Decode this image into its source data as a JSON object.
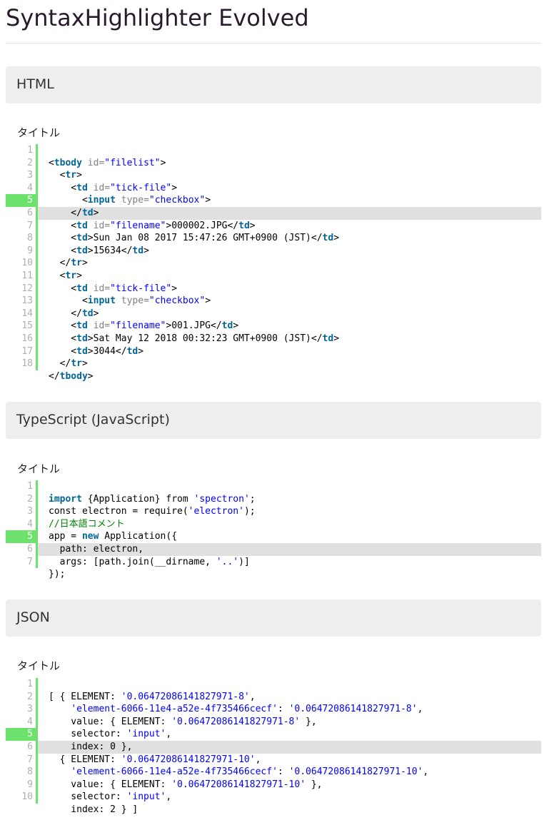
{
  "page": {
    "title": "SyntaxHighlighter Evolved"
  },
  "sections": [
    {
      "heading": "HTML",
      "caption": "タイトル",
      "gutter": [
        "1",
        "2",
        "3",
        "4",
        "5",
        "6",
        "7",
        "8",
        "9",
        "10",
        "11",
        "12",
        "13",
        "14",
        "15",
        "16",
        "17",
        "18"
      ],
      "highlight_gutter": 5,
      "highlight_line": 6,
      "lines": [
        [],
        [
          [
            "p",
            "<"
          ],
          [
            "k",
            "tbody"
          ],
          [
            "a",
            " id="
          ],
          [
            "s",
            "\"filelist\""
          ],
          [
            "p",
            ">"
          ]
        ],
        [
          [
            "p",
            "  <"
          ],
          [
            "k",
            "tr"
          ],
          [
            "p",
            ">"
          ]
        ],
        [
          [
            "p",
            "    <"
          ],
          [
            "k",
            "td"
          ],
          [
            "a",
            " id="
          ],
          [
            "s",
            "\"tick-file\""
          ],
          [
            "p",
            ">"
          ]
        ],
        [
          [
            "p",
            "      <"
          ],
          [
            "k",
            "input"
          ],
          [
            "a",
            " type="
          ],
          [
            "s",
            "\"checkbox\""
          ],
          [
            "p",
            ">"
          ]
        ],
        [
          [
            "p",
            "    </"
          ],
          [
            "k",
            "td"
          ],
          [
            "p",
            ">"
          ]
        ],
        [
          [
            "p",
            "    <"
          ],
          [
            "k",
            "td"
          ],
          [
            "a",
            " id="
          ],
          [
            "s",
            "\"filename\""
          ],
          [
            "p",
            ">000002.JPG</"
          ],
          [
            "k",
            "td"
          ],
          [
            "p",
            ">"
          ]
        ],
        [
          [
            "p",
            "    <"
          ],
          [
            "k",
            "td"
          ],
          [
            "p",
            ">Sun Jan 08 2017 15:47:26 GMT+0900 (JST)</"
          ],
          [
            "k",
            "td"
          ],
          [
            "p",
            ">"
          ]
        ],
        [
          [
            "p",
            "    <"
          ],
          [
            "k",
            "td"
          ],
          [
            "p",
            ">15634</"
          ],
          [
            "k",
            "td"
          ],
          [
            "p",
            ">"
          ]
        ],
        [
          [
            "p",
            "  </"
          ],
          [
            "k",
            "tr"
          ],
          [
            "p",
            ">"
          ]
        ],
        [
          [
            "p",
            "  <"
          ],
          [
            "k",
            "tr"
          ],
          [
            "p",
            ">"
          ]
        ],
        [
          [
            "p",
            "    <"
          ],
          [
            "k",
            "td"
          ],
          [
            "a",
            " id="
          ],
          [
            "s",
            "\"tick-file\""
          ],
          [
            "p",
            ">"
          ]
        ],
        [
          [
            "p",
            "      <"
          ],
          [
            "k",
            "input"
          ],
          [
            "a",
            " type="
          ],
          [
            "s",
            "\"checkbox\""
          ],
          [
            "p",
            ">"
          ]
        ],
        [
          [
            "p",
            "    </"
          ],
          [
            "k",
            "td"
          ],
          [
            "p",
            ">"
          ]
        ],
        [
          [
            "p",
            "    <"
          ],
          [
            "k",
            "td"
          ],
          [
            "a",
            " id="
          ],
          [
            "s",
            "\"filename\""
          ],
          [
            "p",
            ">001.JPG</"
          ],
          [
            "k",
            "td"
          ],
          [
            "p",
            ">"
          ]
        ],
        [
          [
            "p",
            "    <"
          ],
          [
            "k",
            "td"
          ],
          [
            "p",
            ">Sat May 12 2018 00:32:23 GMT+0900 (JST)</"
          ],
          [
            "k",
            "td"
          ],
          [
            "p",
            ">"
          ]
        ],
        [
          [
            "p",
            "    <"
          ],
          [
            "k",
            "td"
          ],
          [
            "p",
            ">3044</"
          ],
          [
            "k",
            "td"
          ],
          [
            "p",
            ">"
          ]
        ],
        [
          [
            "p",
            "  </"
          ],
          [
            "k",
            "tr"
          ],
          [
            "p",
            ">"
          ]
        ],
        [
          [
            "p",
            "</"
          ],
          [
            "k",
            "tbody"
          ],
          [
            "p",
            ">"
          ]
        ]
      ]
    },
    {
      "heading": "TypeScript (JavaScript)",
      "caption": "タイトル",
      "gutter": [
        "1",
        "2",
        "3",
        "4",
        "5",
        "6",
        "7"
      ],
      "highlight_gutter": 5,
      "highlight_line": 6,
      "lines": [
        [],
        [
          [
            "k",
            "import"
          ],
          [
            "p",
            " {Application} from "
          ],
          [
            "s",
            "'spectron'"
          ],
          [
            "p",
            ";"
          ]
        ],
        [
          [
            "p",
            "const electron = require("
          ],
          [
            "s",
            "'electron'"
          ],
          [
            "p",
            ");"
          ]
        ],
        [
          [
            "c",
            "//日本語コメント"
          ]
        ],
        [
          [
            "p",
            "app = "
          ],
          [
            "k",
            "new"
          ],
          [
            "p",
            " Application({"
          ]
        ],
        [
          [
            "p",
            "  path: electron,"
          ]
        ],
        [
          [
            "p",
            "  args: [path.join(__dirname, "
          ],
          [
            "s",
            "'..'"
          ],
          [
            "p",
            ")]"
          ]
        ],
        [
          [
            "p",
            "});"
          ]
        ]
      ]
    },
    {
      "heading": "JSON",
      "caption": "タイトル",
      "gutter": [
        "1",
        "2",
        "3",
        "4",
        "5",
        "6",
        "7",
        "8",
        "9",
        "10"
      ],
      "highlight_gutter": 5,
      "highlight_line": 6,
      "lines": [
        [],
        [
          [
            "p",
            "[ { ELEMENT: "
          ],
          [
            "s",
            "'0.06472086141827971-8'"
          ],
          [
            "p",
            ","
          ]
        ],
        [
          [
            "p",
            "    "
          ],
          [
            "s",
            "'element-6066-11e4-a52e-4f735466cecf'"
          ],
          [
            "p",
            ": "
          ],
          [
            "s",
            "'0.06472086141827971-8'"
          ],
          [
            "p",
            ","
          ]
        ],
        [
          [
            "p",
            "    value: { ELEMENT: "
          ],
          [
            "s",
            "'0.06472086141827971-8'"
          ],
          [
            "p",
            " },"
          ]
        ],
        [
          [
            "p",
            "    selector: "
          ],
          [
            "s",
            "'input'"
          ],
          [
            "p",
            ","
          ]
        ],
        [
          [
            "p",
            "    index: 0 },"
          ]
        ],
        [
          [
            "p",
            "  { ELEMENT: "
          ],
          [
            "s",
            "'0.06472086141827971-10'"
          ],
          [
            "p",
            ","
          ]
        ],
        [
          [
            "p",
            "    "
          ],
          [
            "s",
            "'element-6066-11e4-a52e-4f735466cecf'"
          ],
          [
            "p",
            ": "
          ],
          [
            "s",
            "'0.06472086141827971-10'"
          ],
          [
            "p",
            ","
          ]
        ],
        [
          [
            "p",
            "    value: { ELEMENT: "
          ],
          [
            "s",
            "'0.06472086141827971-10'"
          ],
          [
            "p",
            " },"
          ]
        ],
        [
          [
            "p",
            "    selector: "
          ],
          [
            "s",
            "'input'"
          ],
          [
            "p",
            ","
          ]
        ],
        [
          [
            "p",
            "    index: 2 } ]"
          ]
        ]
      ]
    }
  ],
  "colors": {
    "gutter_accent": "#6ce26c",
    "keyword": "#006699",
    "attribute": "#808080",
    "string": "#0000ff",
    "comment": "#008200",
    "highlight_bg": "#e0e0e0",
    "header_bg": "#eeeeee"
  }
}
